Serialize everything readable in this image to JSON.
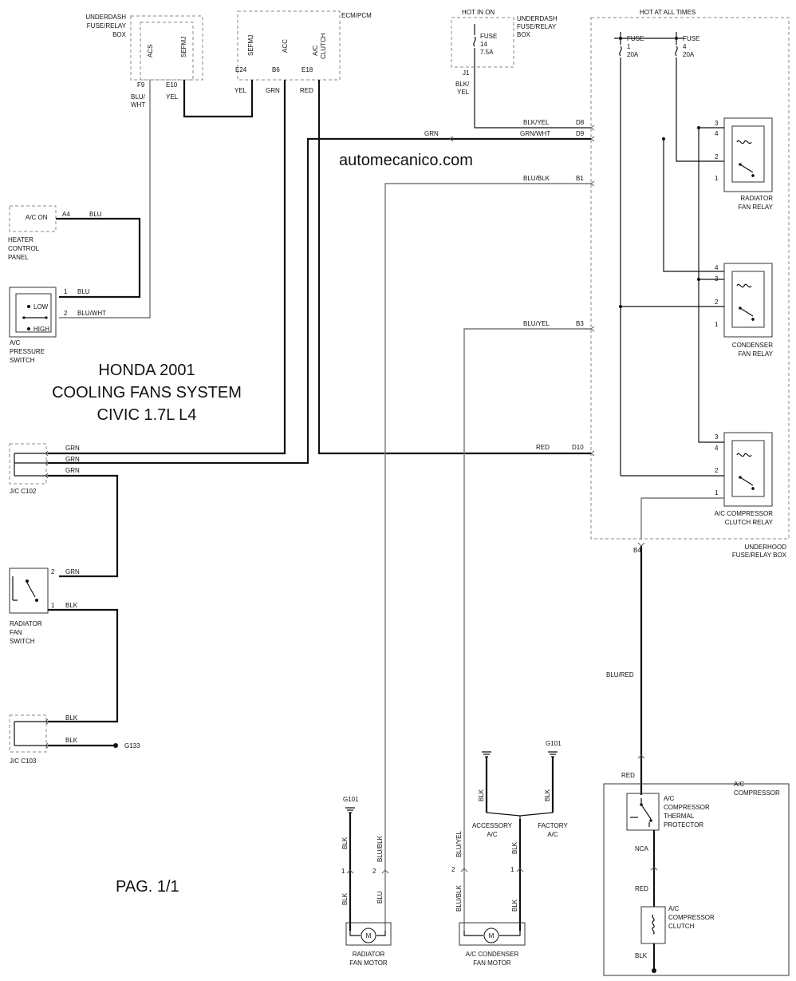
{
  "title": {
    "line1": "HONDA 2001",
    "line2": "COOLING FANS SYSTEM",
    "line3": "CIVIC 1.7L L4"
  },
  "watermark": "automecanico.com",
  "page_label": "PAG. 1/1",
  "header": {
    "hot_in_on": "HOT IN ON",
    "hot_at_all_times": "HOT AT ALL TIMES"
  },
  "boxes": {
    "underdash_left": [
      "UNDERDASH",
      "FUSE/RELAY",
      "BOX"
    ],
    "underdash_right": [
      "UNDERDASH",
      "FUSE/RELAY",
      "BOX"
    ],
    "ecm": "ECM/PCM",
    "underhood": [
      "UNDERHOOD",
      "FUSE/RELAY BOX"
    ],
    "heater": [
      "HEATER",
      "CONTROL",
      "PANEL"
    ],
    "ac_pressure": [
      "A/C",
      "PRESSURE",
      "SWITCH"
    ],
    "jc_c102": "J/C C102",
    "jc_c103": "J/C C103",
    "radiator_fan_switch": [
      "RADIATOR",
      "FAN",
      "SWITCH"
    ],
    "radiator_relay": [
      "RADIATOR",
      "FAN RELAY"
    ],
    "condenser_relay": [
      "CONDENSER",
      "FAN RELAY"
    ],
    "ac_clutch_relay": [
      "A/C COMPRESSOR",
      "CLUTCH RELAY"
    ],
    "radiator_motor": [
      "RADIATOR",
      "FAN MOTOR"
    ],
    "condenser_motor": [
      "A/C CONDENSER",
      "FAN MOTOR"
    ],
    "ac_compressor": [
      "A/C",
      "COMPRESSOR"
    ],
    "thermal_protector": [
      "A/C",
      "COMPRESSOR",
      "THERMAL",
      "PROTECTOR"
    ],
    "compressor_clutch": [
      "A/C",
      "COMPRESSOR",
      "CLUTCH"
    ],
    "accessory_ac": [
      "ACCESSORY",
      "A/C"
    ],
    "factory_ac": [
      "FACTORY",
      "A/C"
    ]
  },
  "pins": {
    "acs": "ACS",
    "sefmj_left": "SEFMJ",
    "sefmj_ecm": "SEFMJ",
    "acc": "ACC",
    "ac_clutch": [
      "A/C",
      "CLUTCH"
    ],
    "ac_on": "A/C ON",
    "low": "LOW",
    "high": "HIGH",
    "motor": "M"
  },
  "fuses": {
    "fuse14": [
      "FUSE",
      "14",
      "7.5A"
    ],
    "fuse1": [
      "FUSE",
      "1",
      "20A"
    ],
    "fuse4": [
      "FUSE",
      "4",
      "20A"
    ]
  },
  "connectors": {
    "f9": "F9",
    "e10": "E10",
    "e24": "E24",
    "b6": "B6",
    "e18": "E18",
    "j1": "J1",
    "d8": "D8",
    "d9": "D9",
    "b1": "B1",
    "b3": "B3",
    "d10": "D10",
    "b4": "B4",
    "a4": "A4",
    "g101_a": "G101",
    "g101_b": "G101",
    "g133": "G133",
    "p1": "1",
    "p2": "2",
    "p3": "3",
    "p4": "4"
  },
  "wires": {
    "blu_wht": [
      "BLU/",
      "WHT"
    ],
    "yel": "YEL",
    "grn": "GRN",
    "red": "RED",
    "blk_yel_a": [
      "BLK/",
      "YEL"
    ],
    "blk_yel": "BLK/YEL",
    "grn_wht": "GRN/WHT",
    "blu_blk": "BLU/BLK",
    "blu_yel": "BLU/YEL",
    "blu": "BLU",
    "blu_wht2": "BLU/WHT",
    "blk": "BLK",
    "blu_red": "BLU/RED",
    "nca": "NCA"
  }
}
